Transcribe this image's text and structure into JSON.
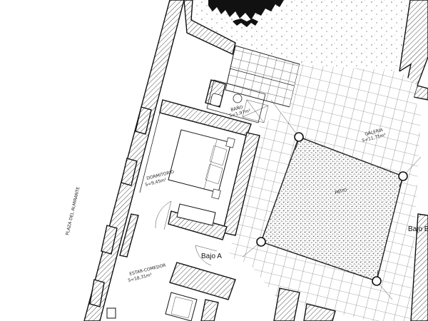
{
  "labels": {
    "bano_name": "BAÑO",
    "bano_area": "S=1,97m²",
    "galeria_name": "GALERIA",
    "galeria_area": "S=11,71m²",
    "dormitorio_name": "DORMITORIO",
    "dormitorio_area": "S=9,45m²",
    "patio_name": "PATIO",
    "estar_name": "ESTAR-COMEDOR",
    "estar_area": "S=18,31m²",
    "street_name": "PLAZA DEL ALMIRANTE",
    "unit_a": "Bajo A",
    "unit_b": "Bajo B"
  }
}
